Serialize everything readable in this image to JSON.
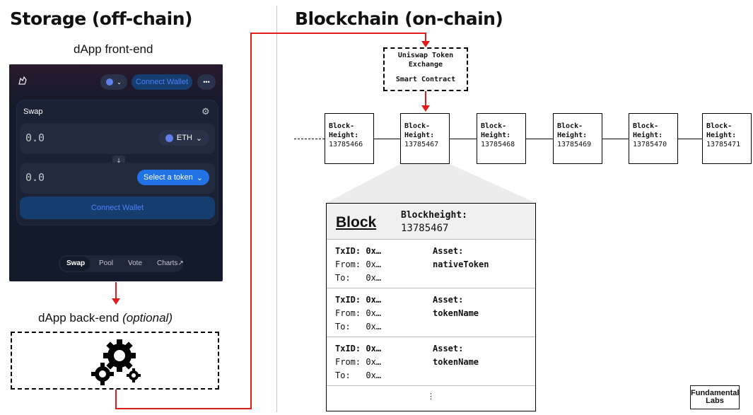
{
  "left_heading": "Storage (off-chain)",
  "right_heading": "Blockchain (on-chain)",
  "frontend_label": "dApp front-end",
  "backend_label": "dApp back-end",
  "backend_optional": "(optional)",
  "wallet": {
    "connect_top": "Connect Wallet",
    "more": "•••",
    "swap_title": "Swap",
    "amount1": "0.0",
    "token1": "ETH",
    "amount2": "0.0",
    "select_token": "Select a token",
    "connect_main": "Connect Wallet",
    "nav": [
      "Swap",
      "Pool",
      "Vote",
      "Charts↗"
    ]
  },
  "contract": {
    "line1": "Uniswap Token",
    "line2": "Exchange",
    "line3": "Smart Contract"
  },
  "block_prefix1": "Block-",
  "block_prefix2": "Height:",
  "blocks": [
    "13785466",
    "13785467",
    "13785468",
    "13785469",
    "13785470",
    "13785471"
  ],
  "detail": {
    "title": "Block",
    "height_label": "Blockheight:",
    "height_value": "13785467",
    "txs": [
      {
        "txid_label": "TxID:",
        "txid": "0x…",
        "from_label": "From:",
        "from": "0x…",
        "to_label": "To:",
        "to": "0x…",
        "asset_label": "Asset:",
        "asset": "nativeToken"
      },
      {
        "txid_label": "TxID:",
        "txid": "0x…",
        "from_label": "From:",
        "from": "0x…",
        "to_label": "To:",
        "to": "0x…",
        "asset_label": "Asset:",
        "asset": "tokenName"
      },
      {
        "txid_label": "TxID:",
        "txid": "0x…",
        "from_label": "From:",
        "from": "0x…",
        "to_label": "To:",
        "to": "0x…",
        "asset_label": "Asset:",
        "asset": "tokenName"
      }
    ],
    "more": "⋮"
  },
  "logo": {
    "line1": "Fundamental",
    "line2": "Labs"
  },
  "colors": {
    "arrow": "#e01b1b",
    "wallet_bg": "#131a2a",
    "accent_blue": "#2172e5"
  }
}
